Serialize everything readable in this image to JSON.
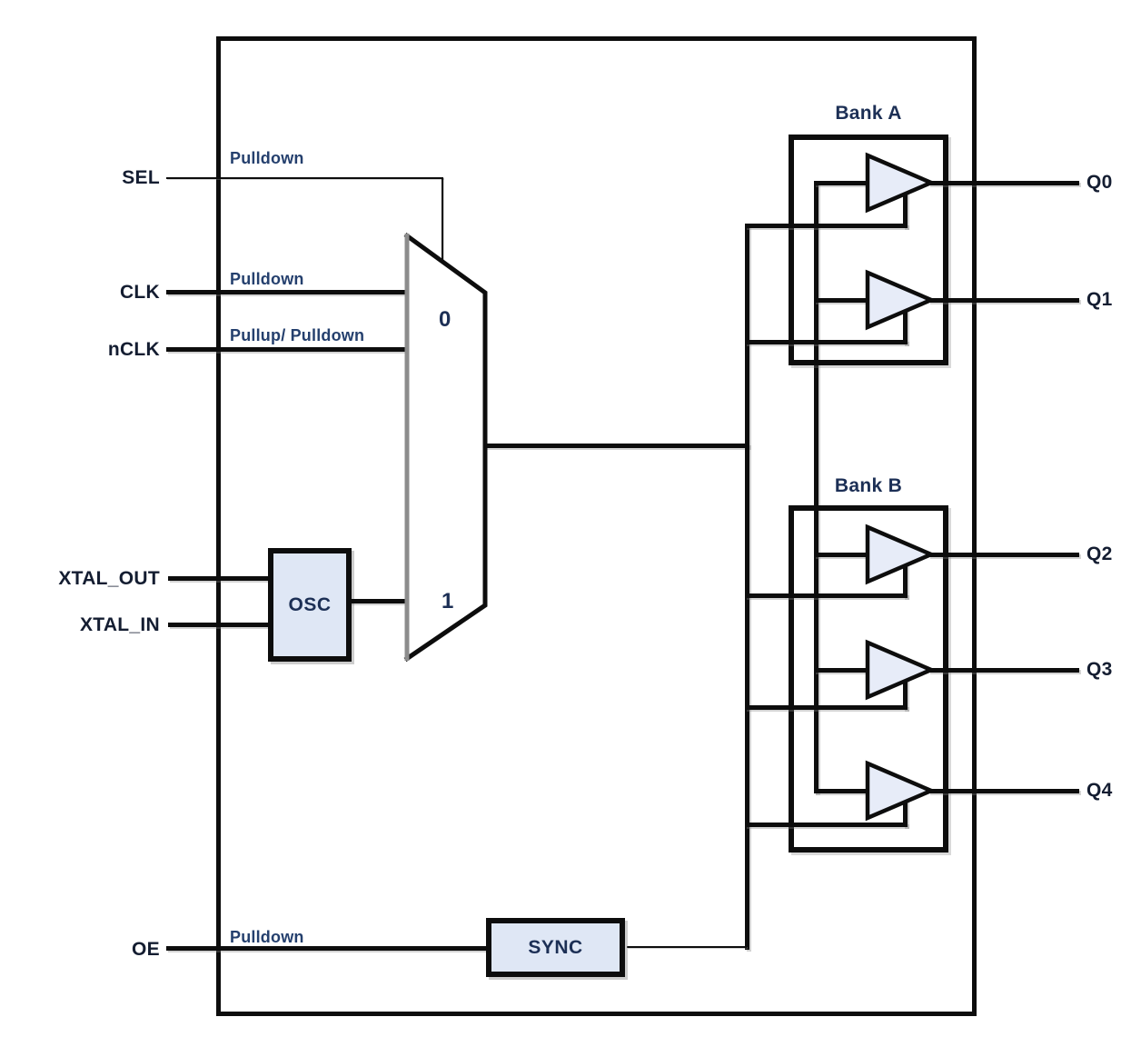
{
  "diagram": {
    "inputs": [
      {
        "label": "SEL",
        "pull": "Pulldown"
      },
      {
        "label": "CLK",
        "pull": "Pulldown"
      },
      {
        "label": "nCLK",
        "pull": "Pullup/ Pulldown"
      },
      {
        "label": "XTAL_OUT",
        "pull": ""
      },
      {
        "label": "XTAL_IN",
        "pull": ""
      },
      {
        "label": "OE",
        "pull": "Pulldown"
      }
    ],
    "mux": {
      "label0": "0",
      "label1": "1"
    },
    "blocks": {
      "osc_label": "OSC",
      "sync_label": "SYNC"
    },
    "banks": [
      {
        "label": "Bank A",
        "outputs": [
          "Q0",
          "Q1"
        ]
      },
      {
        "label": "Bank B",
        "outputs": [
          "Q2",
          "Q3",
          "Q4"
        ]
      }
    ],
    "outputs": [
      "Q0",
      "Q1",
      "Q2",
      "Q3",
      "Q4"
    ],
    "colors": {
      "line": "#0d0d0d",
      "mux_left_edge": "#8c8c8c",
      "block_fill": "#dfe7f5",
      "triangle_fill": "#e7ecf8",
      "port_text": "#141d31",
      "annotation_text": "#25406e",
      "background": "#ffffff"
    }
  }
}
